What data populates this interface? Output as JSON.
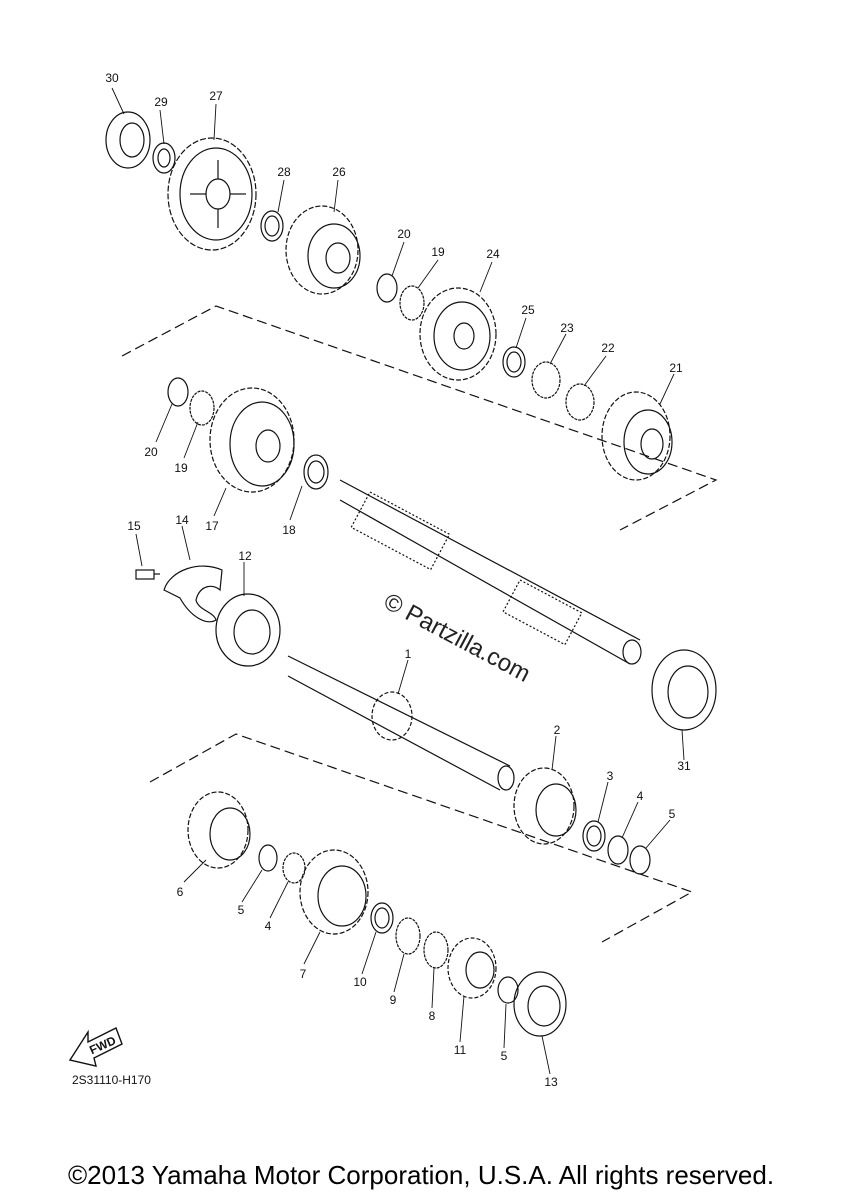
{
  "parts": [
    {
      "num": "1"
    },
    {
      "num": "2"
    },
    {
      "num": "3"
    },
    {
      "num": "4"
    },
    {
      "num": "5"
    },
    {
      "num": "6"
    },
    {
      "num": "5"
    },
    {
      "num": "4"
    },
    {
      "num": "7"
    },
    {
      "num": "10"
    },
    {
      "num": "9"
    },
    {
      "num": "8"
    },
    {
      "num": "11"
    },
    {
      "num": "5"
    },
    {
      "num": "13"
    },
    {
      "num": "12"
    },
    {
      "num": "14"
    },
    {
      "num": "15"
    },
    {
      "num": "17"
    },
    {
      "num": "18"
    },
    {
      "num": "19"
    },
    {
      "num": "20"
    },
    {
      "num": "21"
    },
    {
      "num": "22"
    },
    {
      "num": "23"
    },
    {
      "num": "25"
    },
    {
      "num": "24"
    },
    {
      "num": "19"
    },
    {
      "num": "20"
    },
    {
      "num": "26"
    },
    {
      "num": "28"
    },
    {
      "num": "27"
    },
    {
      "num": "29"
    },
    {
      "num": "30"
    },
    {
      "num": "31"
    }
  ],
  "diagram_code": "2S31110-H170",
  "fwd_label": "FWD",
  "watermark": "© Partzilla.com",
  "copyright": "©2013 Yamaha Motor Corporation, U.S.A. All rights reserved."
}
